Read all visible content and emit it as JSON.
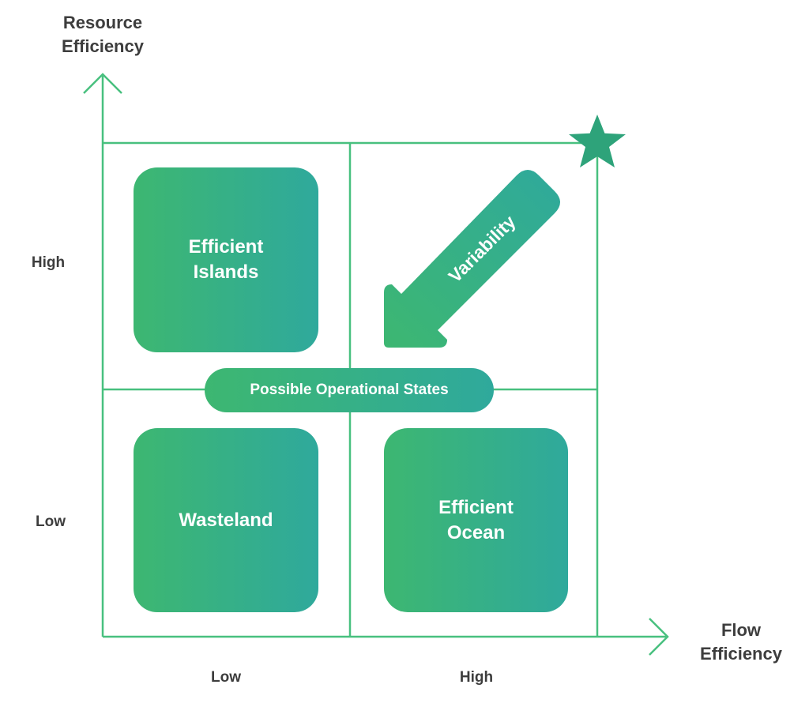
{
  "y_axis": {
    "title_line1": "Resource",
    "title_line2": "Efficiency",
    "ticks": [
      "High",
      "Low"
    ]
  },
  "x_axis": {
    "title_line1": "Flow",
    "title_line2": "Efficiency",
    "ticks": [
      "Low",
      "High"
    ]
  },
  "quadrants": [
    {
      "label": "Efficient\nIslands"
    },
    {
      "label": "Wasteland"
    },
    {
      "label": "Efficient\nOcean"
    }
  ],
  "center_label": "Possible Operational States",
  "arrow_label": "Variability",
  "colors": {
    "line": "#48c07f",
    "gradient_start": "#3db771",
    "gradient_end": "#2fa99c",
    "star": "#2ea37a",
    "text": "#3d3d3d"
  },
  "icons": {
    "goal": "star-icon"
  }
}
